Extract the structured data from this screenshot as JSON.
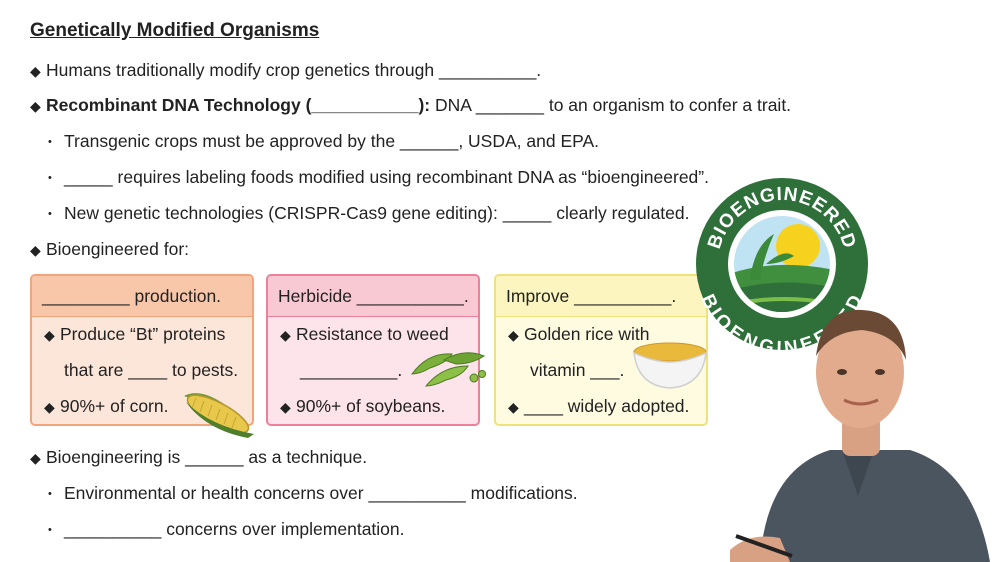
{
  "title": "Genetically Modified Organisms",
  "lines": {
    "l1": "Humans traditionally modify crop genetics through __________.",
    "l2_bold": "Recombinant DNA Technology (___________):",
    "l2_rest": " DNA _______ to an organism to confer a trait.",
    "l3": "Transgenic crops must be approved by the ______, USDA, and EPA.",
    "l4": "_____ requires labeling foods modified using recombinant DNA as “bioengineered”.",
    "l5": "New genetic technologies (CRISPR-Cas9 gene editing): _____ clearly regulated.",
    "l6": "Bioengineered for:",
    "l7": "Bioengineering is ______ as a technique.",
    "l8": "Environmental or health concerns over __________ modifications.",
    "l9": "__________ concerns over implementation."
  },
  "boxes": {
    "b1": {
      "header": "_________ production.",
      "line1": "Produce “Bt” proteins",
      "line2": "that are ____ to pests.",
      "line3": "90%+ of corn."
    },
    "b2": {
      "header": "Herbicide ___________.",
      "line1": "Resistance to weed",
      "line2": "__________.",
      "line3": "90%+ of soybeans."
    },
    "b3": {
      "header": "Improve __________.",
      "line1": "Golden rice with",
      "line2": "vitamin ___.",
      "line3": "____ widely adopted."
    }
  },
  "seal": {
    "top_text": "BIOENGINEERED",
    "bottom_text": "BIOENGINEERED",
    "color": "#2e6f3a"
  },
  "glyphs": {
    "diamond": "◆",
    "bullet": "•"
  },
  "colors": {
    "orange_border": "#f3a47a",
    "pink_border": "#ef7f9a",
    "yellow_border": "#efe27a"
  }
}
